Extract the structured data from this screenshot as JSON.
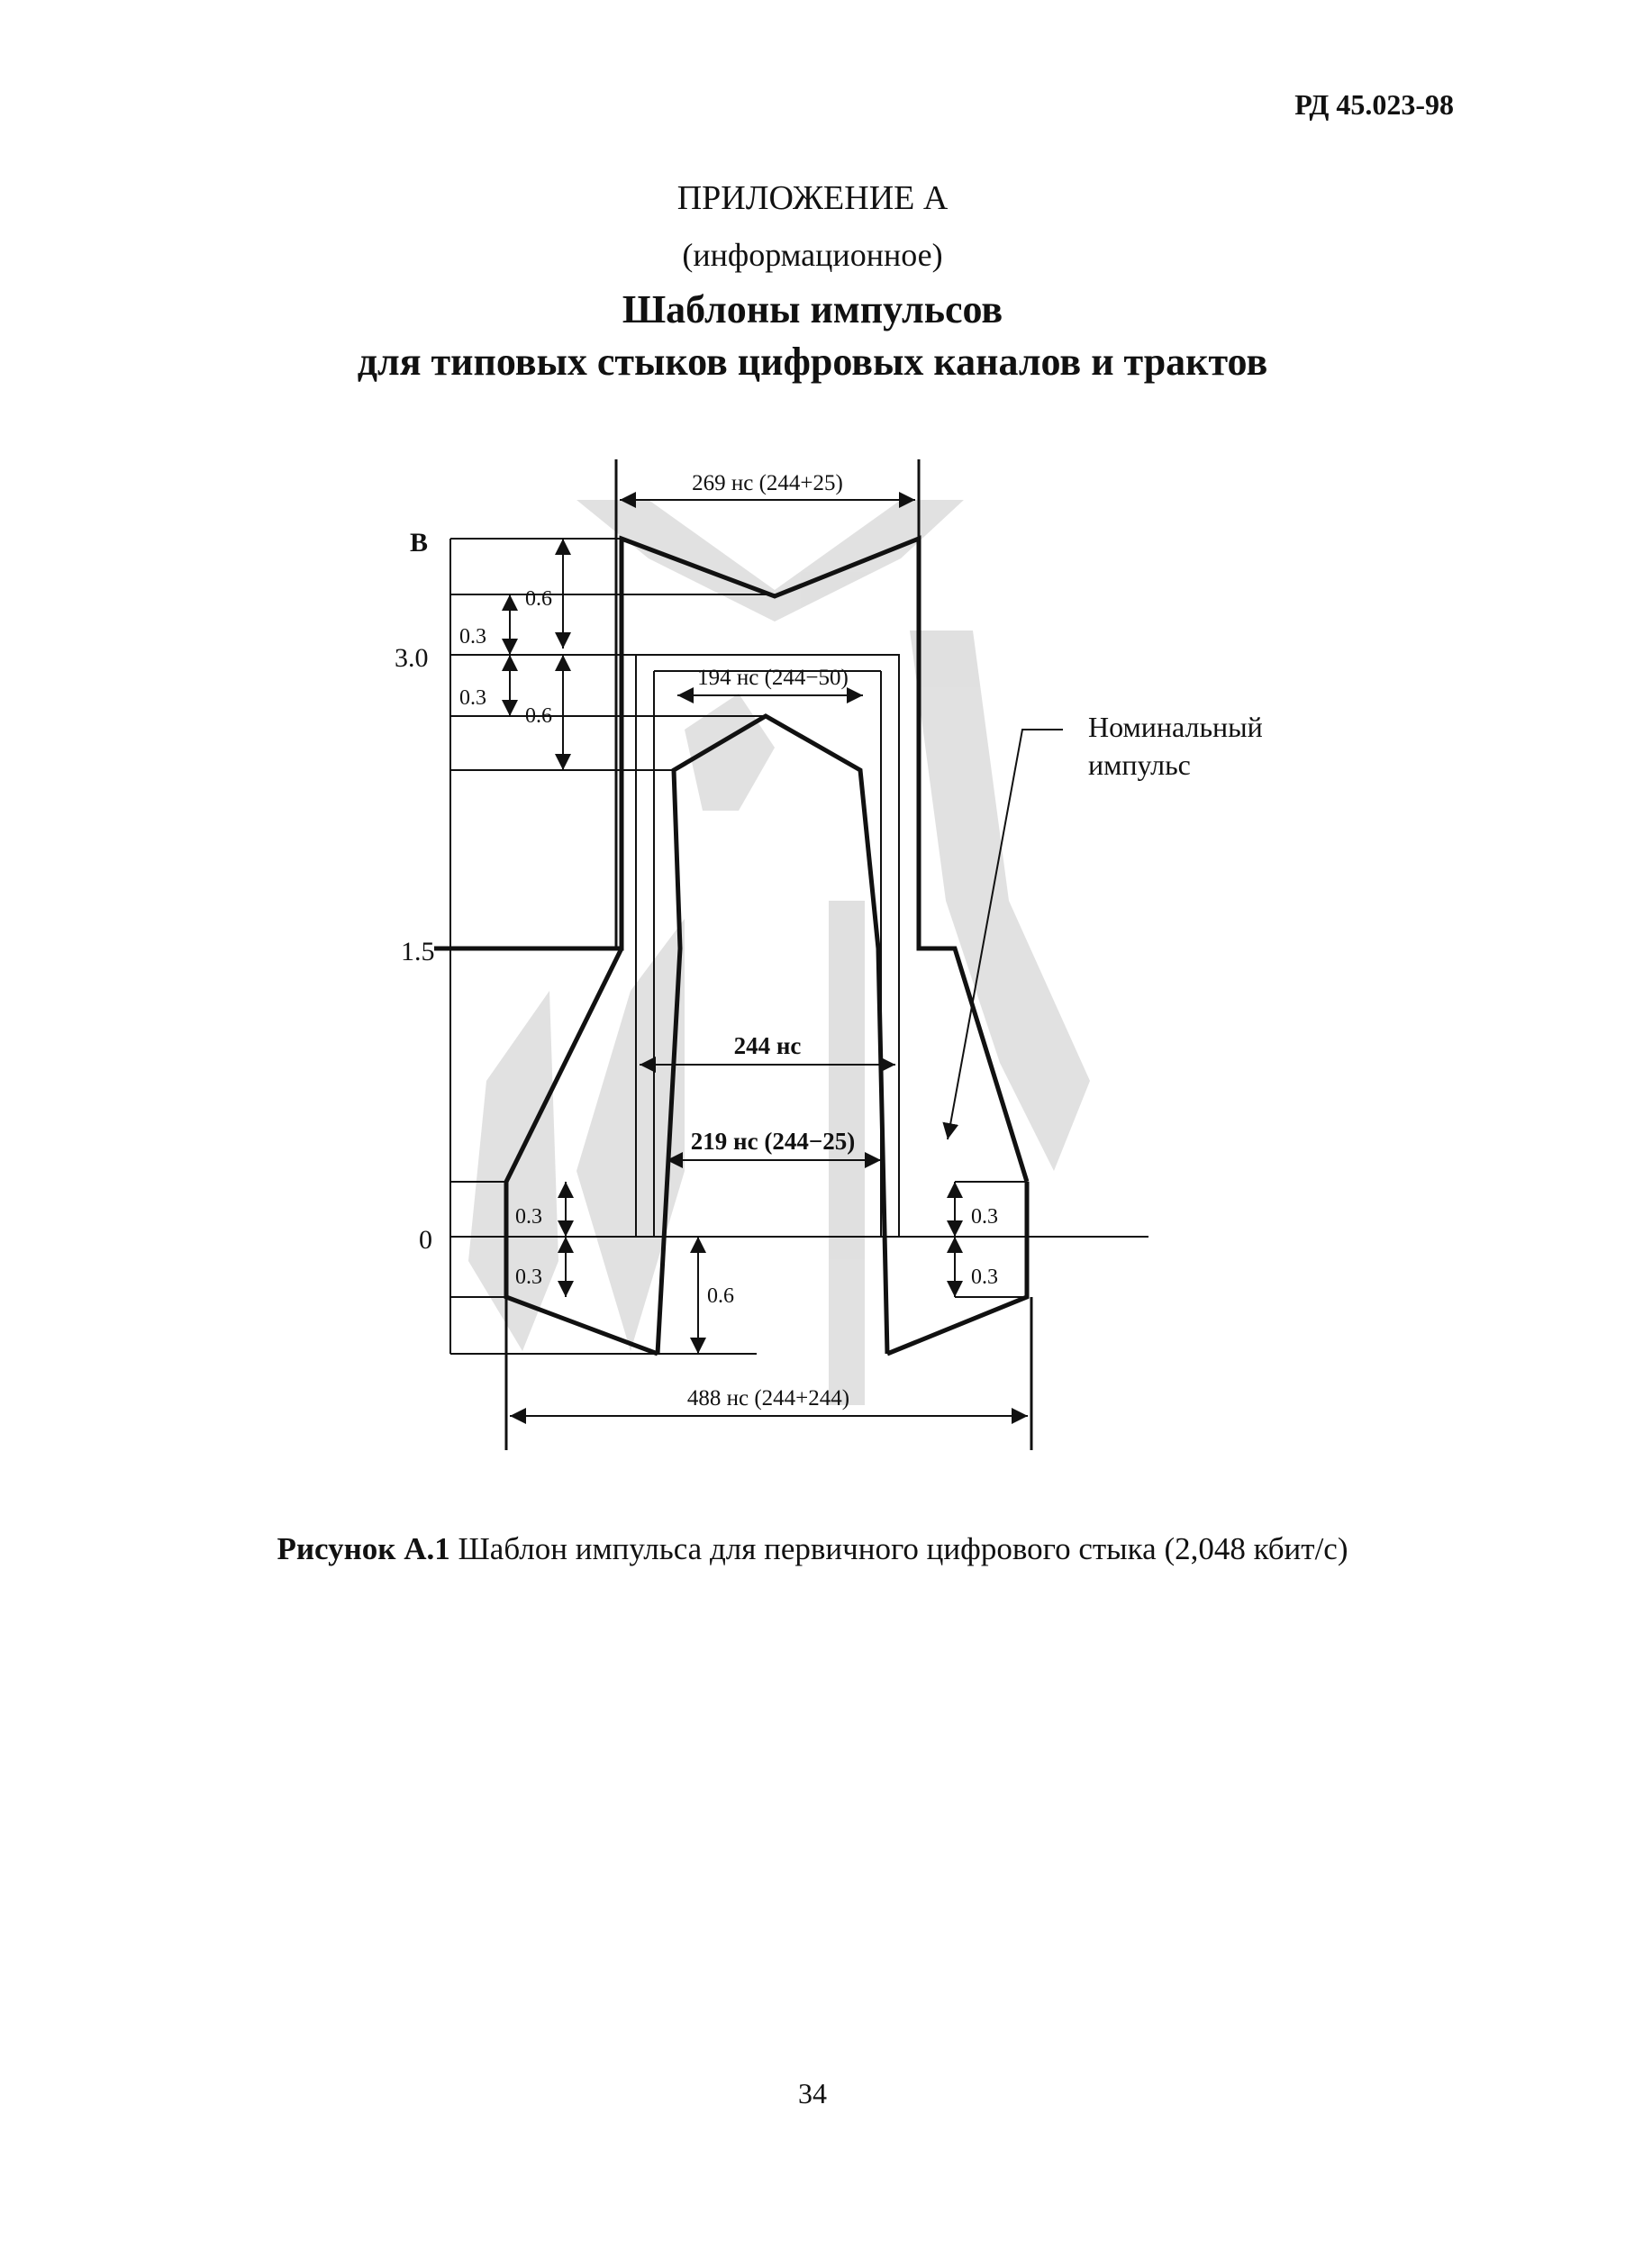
{
  "header": {
    "doc_code": "РД 45.023-98"
  },
  "appendix": {
    "label": "ПРИЛОЖЕНИЕ А",
    "status": "(информационное)",
    "title_line1": "Шаблоны импульсов",
    "title_line2": "для типовых стыков цифровых каналов и трактов"
  },
  "figure": {
    "y_unit": "В",
    "y_ticks": [
      "3.0",
      "1.5",
      "0"
    ],
    "dimensions": {
      "top_width": "269 нс (244+25)",
      "upper_width": "194 нс (244−50)",
      "nominal_width": "244 нс",
      "lower_width": "219 нс (244−25)",
      "bottom_width": "488 нс (244+244)"
    },
    "tolerances": {
      "left_top_a": "0.6",
      "left_top_b": "0.3",
      "left_top_c": "0.3",
      "left_top_d": "0.6",
      "left_bottom_a": "0.3",
      "left_bottom_b": "0.3",
      "mid_bottom": "0.6",
      "right_bottom_a": "0.3",
      "right_bottom_b": "0.3"
    },
    "callout_line1": "Номинальный",
    "callout_line2": "импульс",
    "caption_bold": "Рисунок А.1",
    "caption_text": "Шаблон импульса для первичного цифрового стыка (2,048 кбит/с)"
  },
  "page_number": "34"
}
